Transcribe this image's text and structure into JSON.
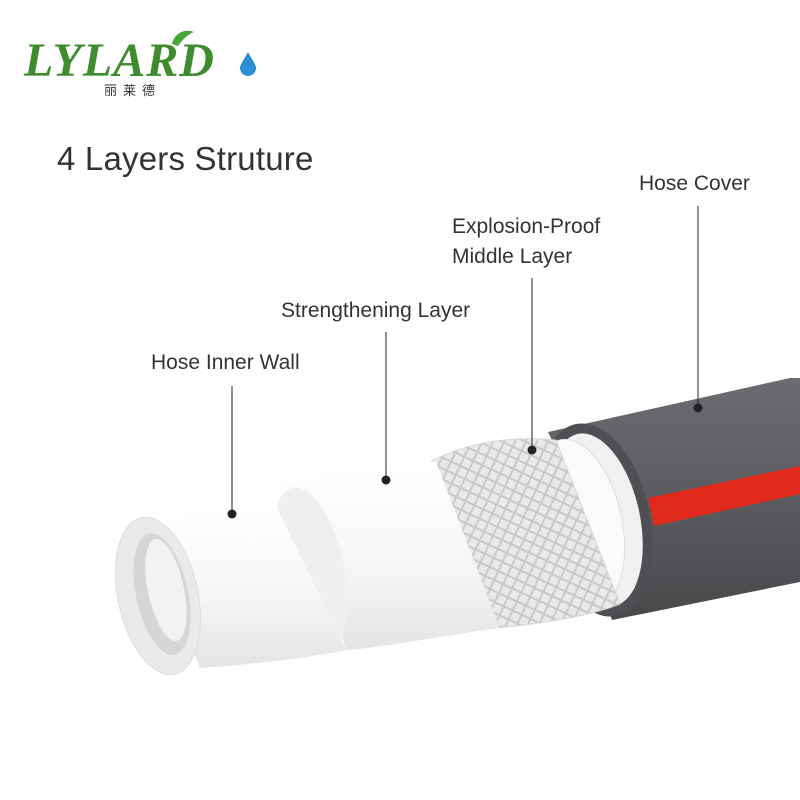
{
  "logo": {
    "wordmark": "LYLARD",
    "chinese": "丽莱德",
    "brand_green": "#3f8c2f",
    "drop_blue": "#2b8fd6"
  },
  "title": "4 Layers Struture",
  "layers": [
    {
      "id": "inner",
      "label": "Hose Inner Wall"
    },
    {
      "id": "strengthening",
      "label": "Strengthening Layer"
    },
    {
      "id": "explosion",
      "label_line1": "Explosion-Proof",
      "label_line2": "Middle Layer"
    },
    {
      "id": "cover",
      "label": "Hose Cover"
    }
  ],
  "colors": {
    "cover_gray": "#5c5e61",
    "stripe_red": "#e02a1c",
    "inner_white": "#f4f4f4",
    "text": "#333333"
  }
}
